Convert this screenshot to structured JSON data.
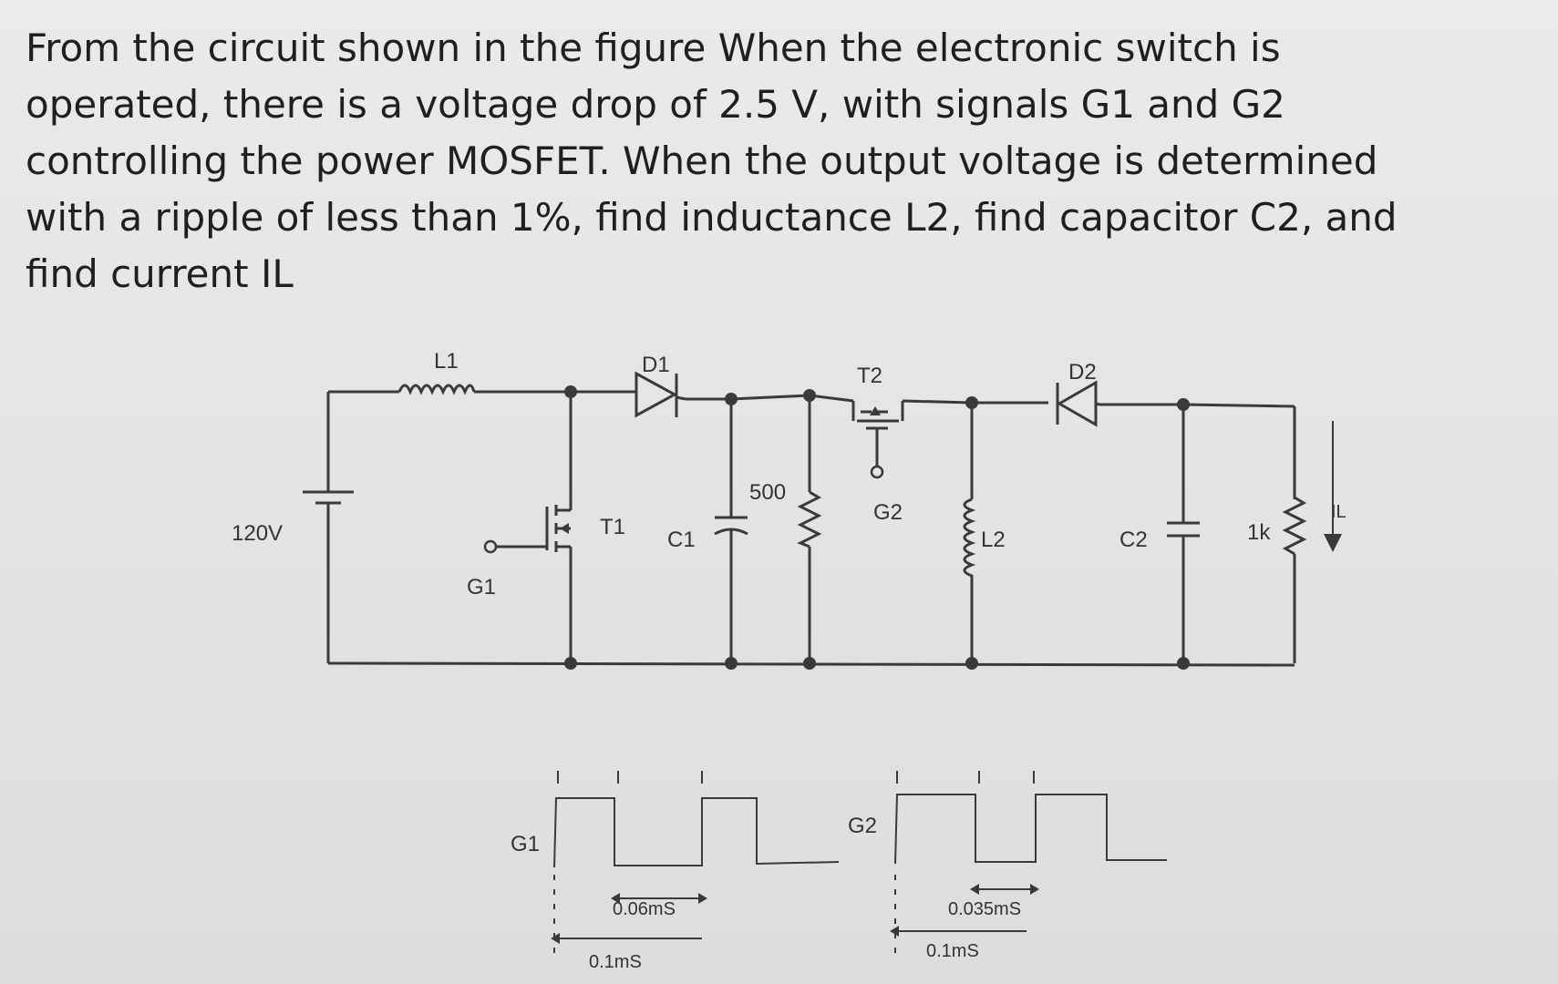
{
  "question": {
    "lines": [
      "From the circuit shown in the figure When the electronic switch is",
      "operated, there is a voltage drop of 2.5 V, with signals G1 and G2",
      "controlling the power MOSFET. When the output voltage is determined",
      "with a ripple of less than 1%, find inductance L2, find capacitor C2, and",
      "find current IL"
    ]
  },
  "circuit": {
    "source": "120V",
    "l1": "L1",
    "d1": "D1",
    "t1": "T1",
    "g1": "G1",
    "c1": "C1",
    "r1": "500",
    "t2": "T2",
    "g2": "G2",
    "l2": "L2",
    "d2": "D2",
    "c2": "C2",
    "r2": "1k",
    "il": "IL"
  },
  "waveforms": {
    "g1": {
      "label": "G1",
      "on_time": "0.06mS",
      "period": "0.1mS"
    },
    "g2": {
      "label": "G2",
      "on_time": "0.035mS",
      "period": "0.1mS"
    }
  }
}
